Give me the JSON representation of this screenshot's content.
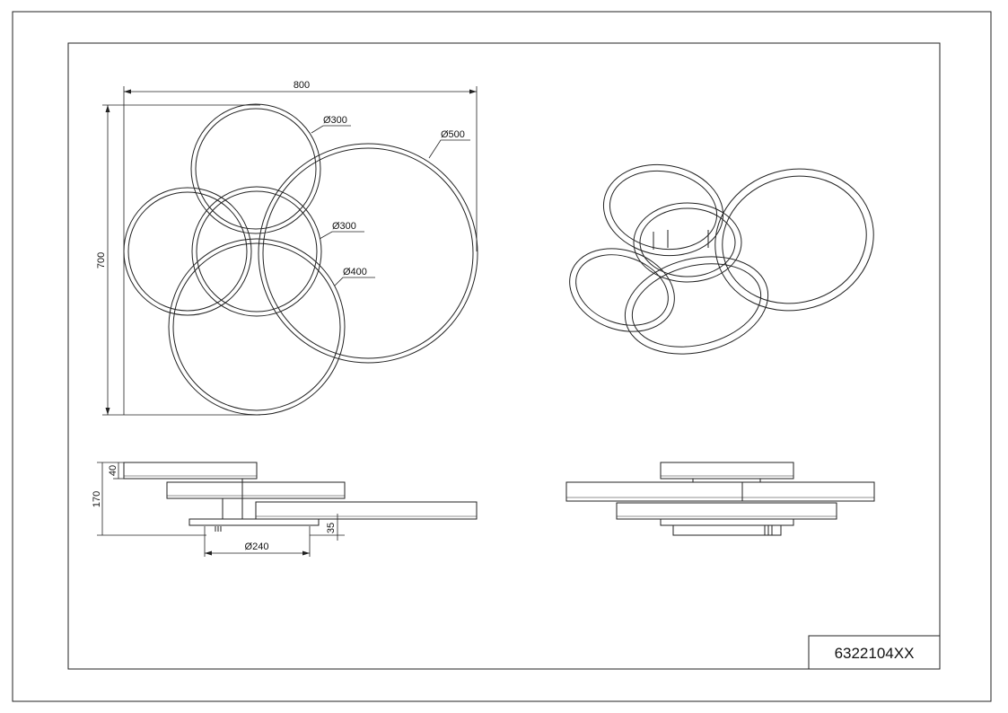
{
  "drawing": {
    "product_code": "6322104XX",
    "top_view": {
      "width_label": "800",
      "height_label": "700",
      "ring_labels": [
        "Ø300",
        "Ø500",
        "Ø300",
        "Ø400"
      ]
    },
    "side_view": {
      "overall_height_label": "170",
      "ring_height_label": "40",
      "canopy_height_label": "35",
      "canopy_diameter_label": "Ø240"
    }
  }
}
